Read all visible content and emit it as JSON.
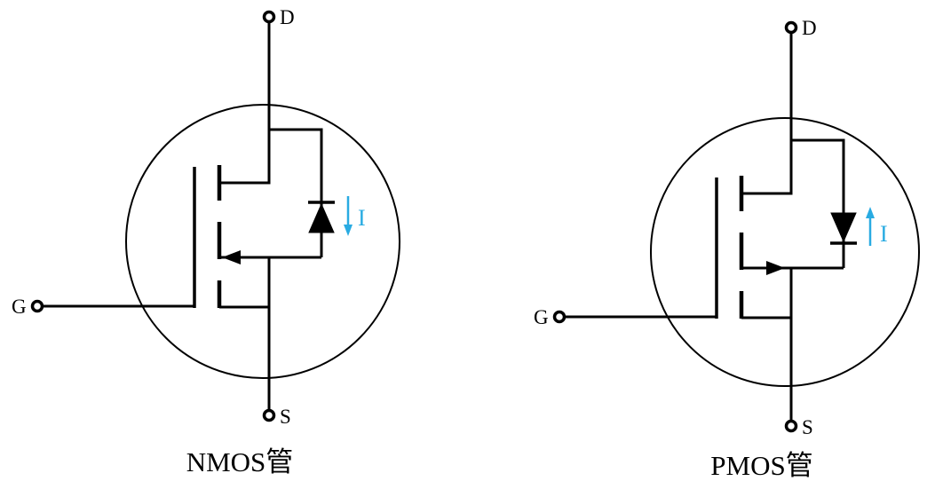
{
  "figure": {
    "background": "#ffffff",
    "line_color": "#000000",
    "current_color": "#29ABE2"
  },
  "nmos": {
    "caption": "NMOS管",
    "drain_label": "D",
    "gate_label": "G",
    "source_label": "S",
    "current_label": "I",
    "current_direction": "down"
  },
  "pmos": {
    "caption": "PMOS管",
    "drain_label": "D",
    "gate_label": "G",
    "source_label": "S",
    "current_label": "I",
    "current_direction": "up"
  }
}
